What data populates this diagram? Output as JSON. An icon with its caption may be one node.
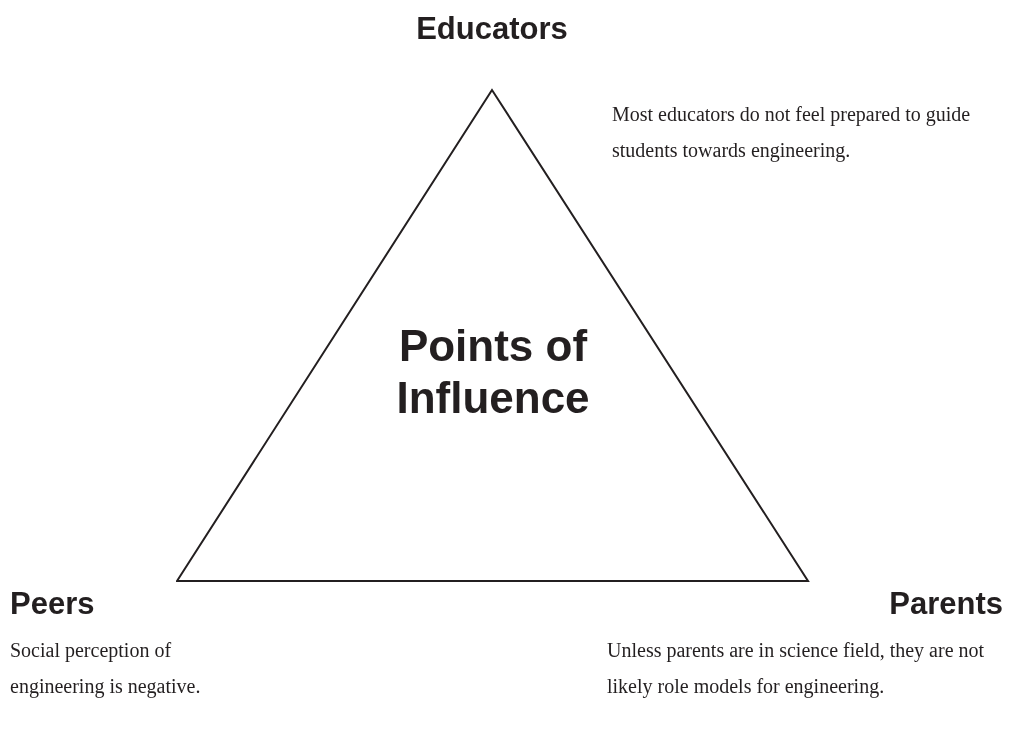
{
  "diagram": {
    "nodes": [
      {
        "text": [
          "Points of Influence"
        ]
      }
    ],
    "labels": [
      "Educators",
      "Most educators do not feel prepared to guide students towards engineering.",
      "Peers",
      "Parents",
      "Social perception of engineering is negative.",
      "Unless parents are in science field, they are not likely role models for engineering."
    ]
  }
}
